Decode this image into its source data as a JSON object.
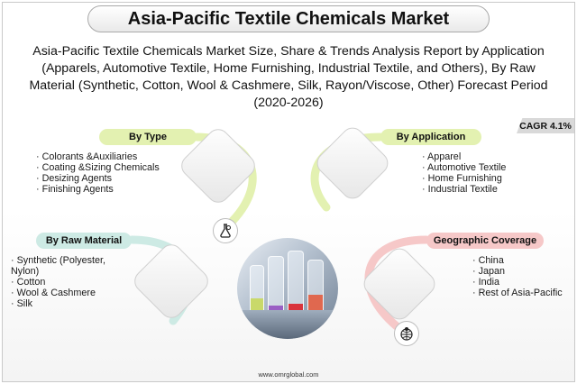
{
  "title": "Asia-Pacific Textile Chemicals Market",
  "subtitle": "Asia-Pacific Textile Chemicals Market Size, Share & Trends Analysis Report by Application (Apparels, Automotive Textile, Home Furnishing, Industrial Textile, and Others), By Raw Material (Synthetic, Cotton, Wool & Cashmere, Silk, Rayon/Viscose, Other) Forecast Period (2020-2026)",
  "cagr": "CAGR 4.1%",
  "segments": {
    "type": {
      "label": "By Type",
      "items": [
        "Colorants &Auxiliaries",
        "Coating &Sizing Chemicals",
        "Desizing Agents",
        "Finishing Agents"
      ]
    },
    "application": {
      "label": "By Application",
      "items": [
        "Apparel",
        "Automotive Textile",
        "Home Furnishing",
        "Industrial Textile"
      ]
    },
    "raw_material": {
      "label": "By Raw Material",
      "items": [
        "Synthetic (Polyester, Nylon)",
        "Cotton",
        "Wool & Cashmere",
        "Silk"
      ]
    },
    "geography": {
      "label": "Geographic Coverage",
      "items": [
        "China",
        "Japan",
        "India",
        "Rest of Asia-Pacific"
      ]
    }
  },
  "icons": {
    "type": "flask-gear-icon",
    "geography": "globe-pin-icon"
  },
  "colors": {
    "green_accent": "#e3f1b1",
    "teal_accent": "#cdeae4",
    "pink_accent": "#f6c8c8",
    "gray_box": "#d9d9d9"
  },
  "footer": "www.omrglobal.com"
}
